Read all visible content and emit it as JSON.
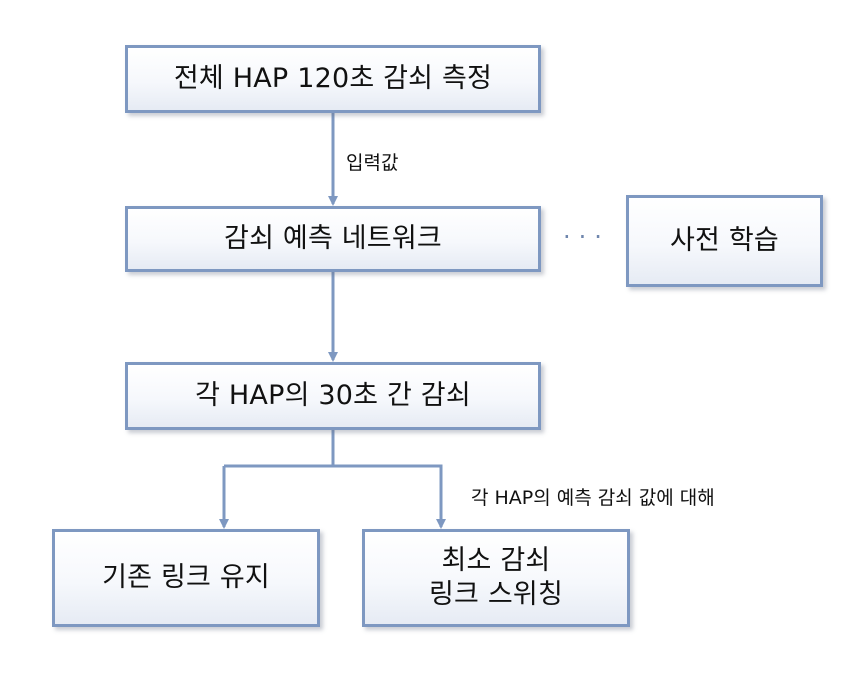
{
  "diagram": {
    "nodes": {
      "measure": "전체 HAP 120초 감쇠 측정",
      "network": "감쇠 예측 네트워크",
      "pretrain": "사전 학습",
      "attenuation": "각 HAP의 30초 간 감쇠",
      "keep_line1": "기존 링크 유지",
      "switch_line1": "최소 감쇠",
      "switch_line2": "링크 스위칭"
    },
    "edge_labels": {
      "input": "입력값",
      "per_hap": "각 HAP의 예측 감쇠 값에 대해"
    },
    "connector_dots": "···",
    "colors": {
      "border": "#7e98c1",
      "arrow": "#7e98c1",
      "text": "#111111"
    }
  }
}
